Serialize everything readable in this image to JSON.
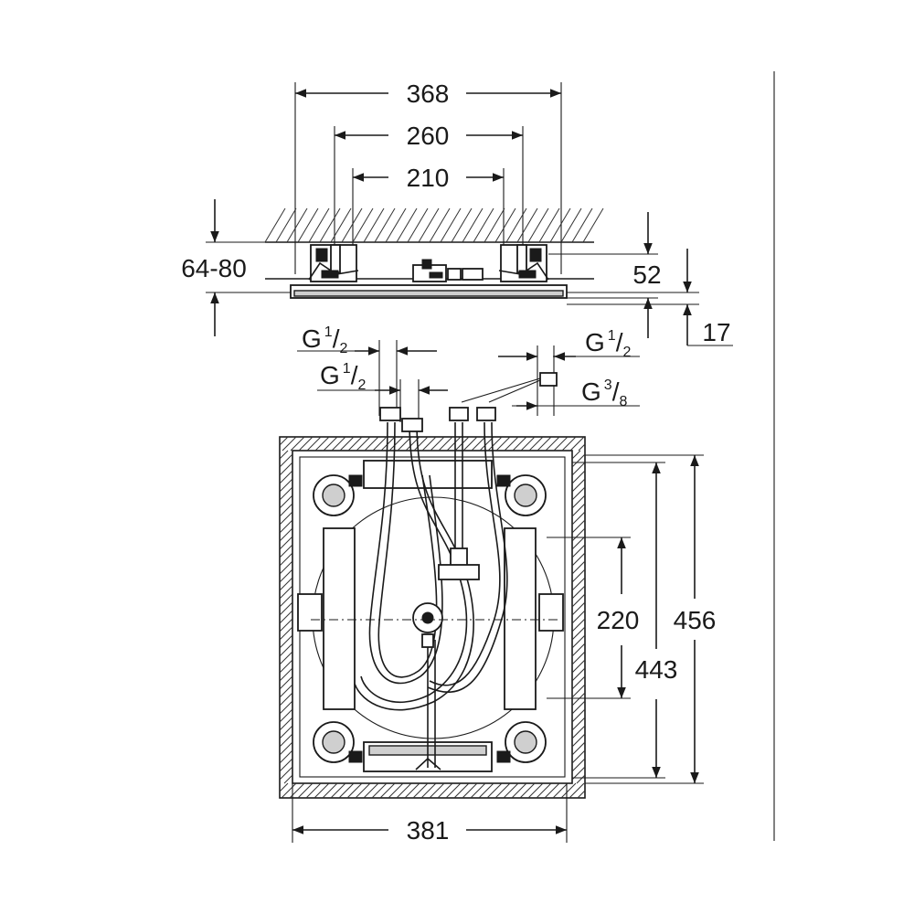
{
  "top_view": {
    "dims": {
      "overall_width": "368",
      "mount_width": "260",
      "inner_width": "210",
      "depth_range": "64-80",
      "height": "52",
      "plate": "17"
    }
  },
  "connections": {
    "left_outer": {
      "base": "G",
      "num": "1",
      "den": "2"
    },
    "left_inner": {
      "base": "G",
      "num": "1",
      "den": "2"
    },
    "right_outer": {
      "base": "G",
      "num": "1",
      "den": "2"
    },
    "right_inner": {
      "base": "G",
      "num": "3",
      "den": "8"
    }
  },
  "plan_view": {
    "dims": {
      "bottom_width": "381",
      "center_height": "220",
      "outer_height": "456",
      "inner_height": "443"
    }
  },
  "colors": {
    "line": "#1a1a1a",
    "background": "#ffffff",
    "fill_gray": "#cfcfcf"
  }
}
